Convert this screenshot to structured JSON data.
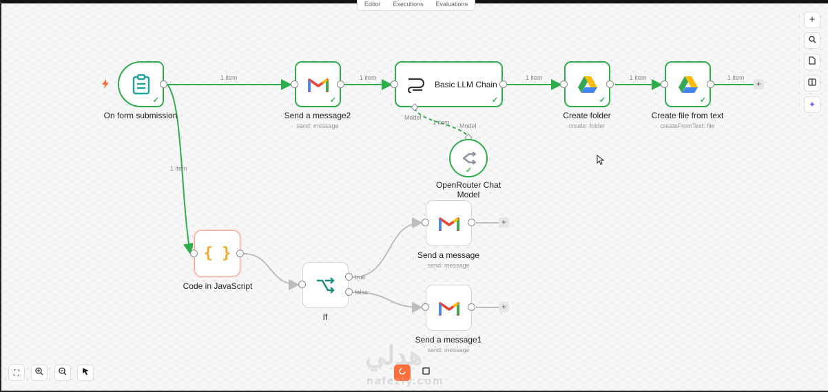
{
  "tabs": [
    "Editor",
    "Executions",
    "Evaluations"
  ],
  "edge_labels": {
    "trigger_to_gmail2": "1 item",
    "gmail2_to_llm": "1 item",
    "llm_to_folder": "1 item",
    "folder_to_file": "1 item",
    "file_out": "1 item",
    "trigger_to_code": "1 item",
    "model_link": "1 item",
    "if_true": "true",
    "if_false": "false"
  },
  "nodes": {
    "trigger": {
      "label": "On form submission"
    },
    "gmail2": {
      "label": "Send a message2",
      "sublabel": "send: message"
    },
    "llm": {
      "label": "Basic LLM Chain",
      "model_port": "Model"
    },
    "folder": {
      "label": "Create folder",
      "sublabel": "create: folder"
    },
    "file": {
      "label": "Create file from text",
      "sublabel": "createFromText: file"
    },
    "openrouter": {
      "label": "OpenRouter Chat Model",
      "port": "Model"
    },
    "code": {
      "label": "Code in JavaScript"
    },
    "if": {
      "label": "If"
    },
    "gmail": {
      "label": "Send a message",
      "sublabel": "send: message"
    },
    "gmail1": {
      "label": "Send a message1",
      "sublabel": "send: message"
    }
  },
  "right_toolbar": [
    "add-node-icon",
    "search-icon",
    "sticky-note-icon",
    "panel-icon",
    "ai-sparkle-icon"
  ],
  "bottom_toolbar": [
    "fit-view-icon",
    "zoom-in-icon",
    "zoom-out-icon",
    "pointer-icon"
  ],
  "colors": {
    "success": "#2eae4a",
    "trigger": "#ff6d3a",
    "code": "#f5a623",
    "if": "#1a8e7a"
  },
  "watermark": {
    "line1": "هدلي",
    "line2": "nafezly.com"
  }
}
